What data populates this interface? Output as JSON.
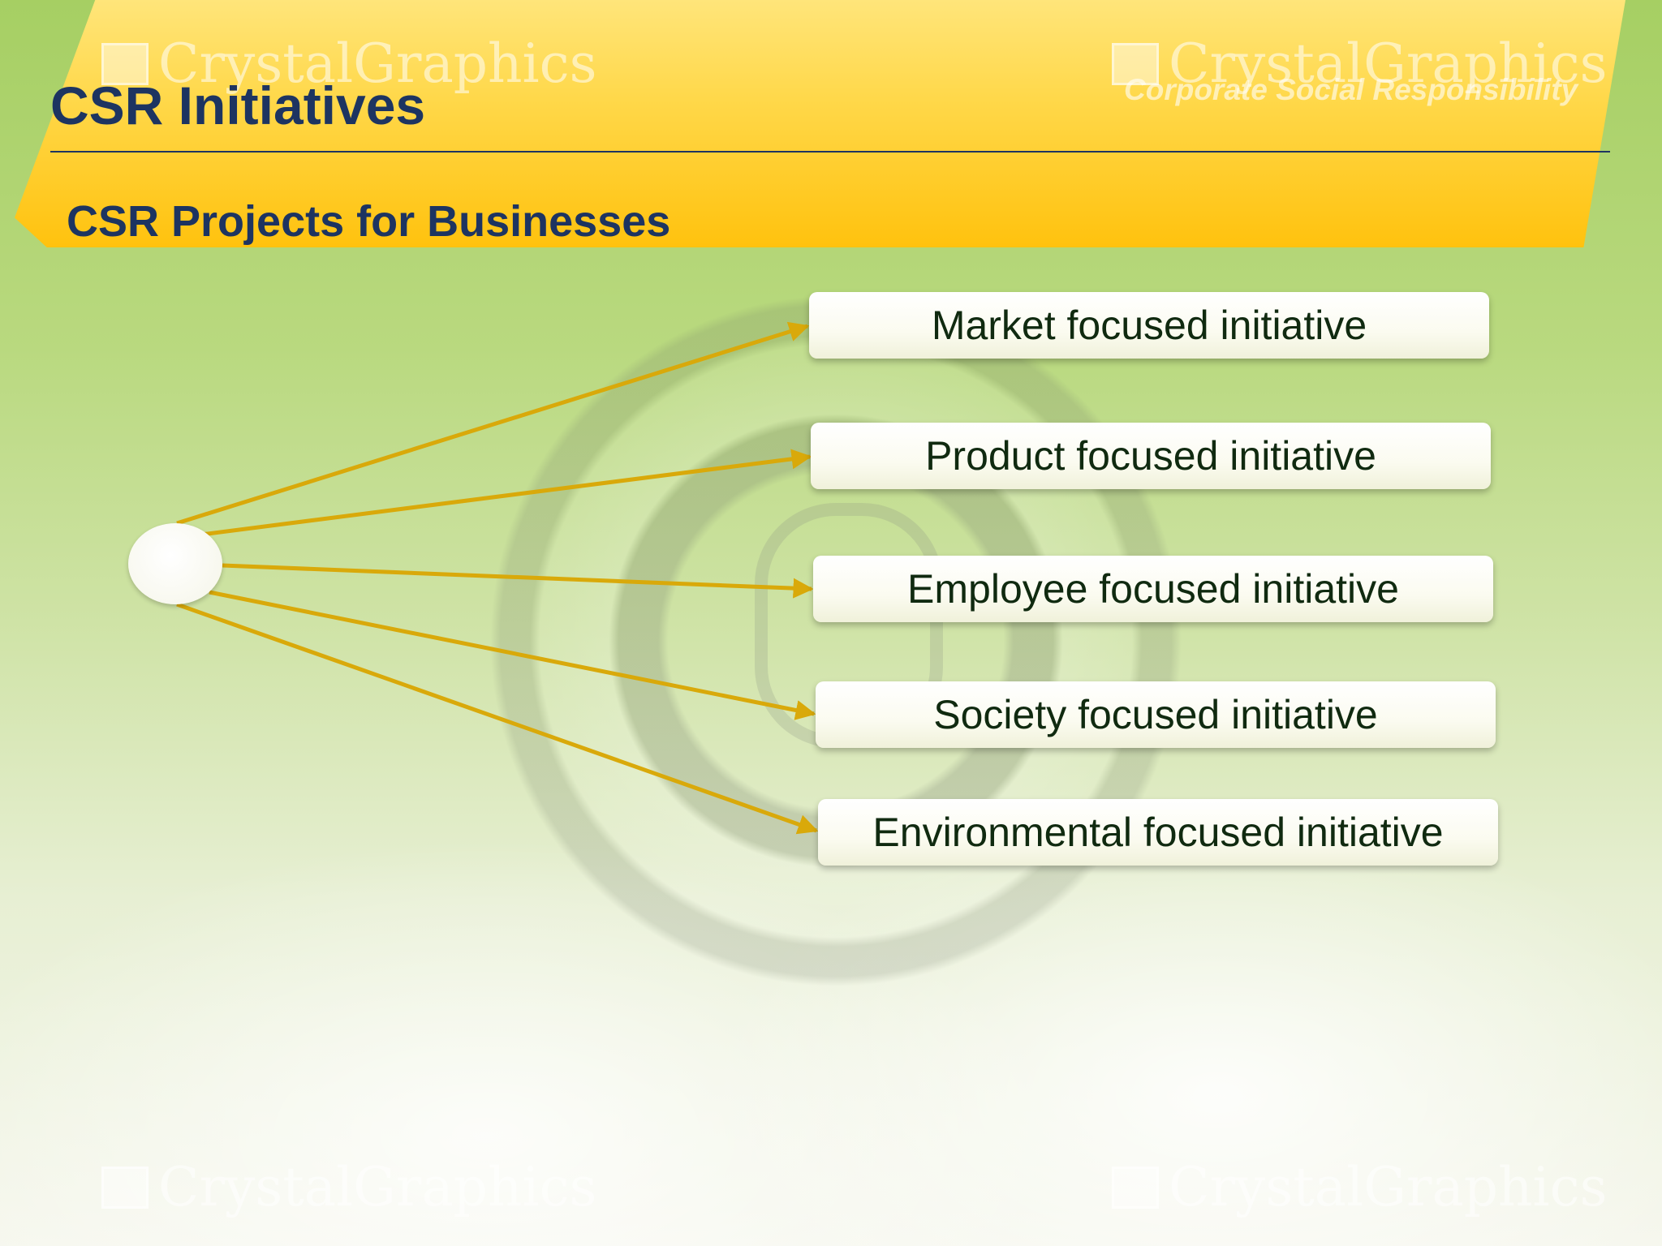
{
  "slide": {
    "title": "CSR Initiatives",
    "subtitle": "CSR Projects for Businesses",
    "tagline": "Corporate Social Responsibility",
    "watermark": "CrystalGraphics"
  },
  "diagram": {
    "nodes": [
      {
        "label": "Market focused initiative"
      },
      {
        "label": "Product focused initiative"
      },
      {
        "label": "Employee focused initiative"
      },
      {
        "label": "Society focused initiative"
      },
      {
        "label": "Environmental focused initiative"
      }
    ]
  },
  "colors": {
    "title": "#1d3461",
    "arrow": "#d9a90a",
    "band": "#ffc20e"
  }
}
